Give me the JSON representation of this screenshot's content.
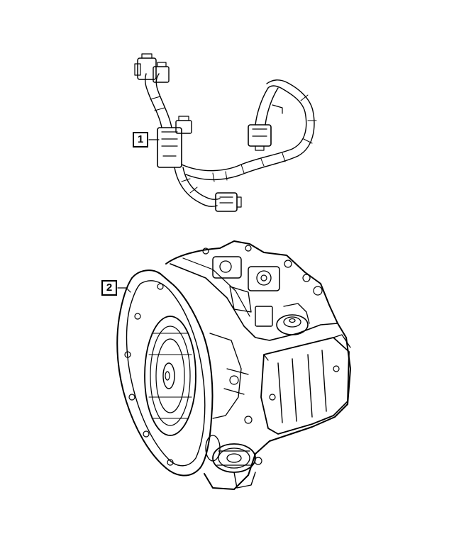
{
  "callouts": [
    {
      "id": "1",
      "label": "1"
    },
    {
      "id": "2",
      "label": "2"
    }
  ],
  "colors": {
    "line": "#000000",
    "background": "#ffffff"
  },
  "parts": [
    "wiring-harness",
    "transmission-assembly"
  ]
}
